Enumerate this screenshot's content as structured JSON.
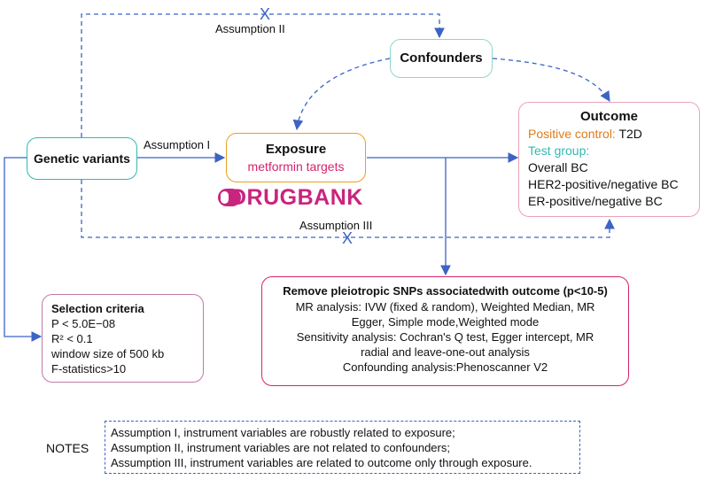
{
  "colors": {
    "arrow": "#3b64c4",
    "confounders_border": "#8fd6c9",
    "exposure_border": "#e8a020",
    "orange": "#e07b1a",
    "teal": "#33b8b0",
    "pink": "#d6246a",
    "drugbank": "#c9247e"
  },
  "genetic_variants": {
    "label": "Genetic variants"
  },
  "exposure": {
    "title": "Exposure",
    "subtitle": "metformin targets"
  },
  "drugbank": {
    "logo_text": "DRUGBANK"
  },
  "confounders": {
    "label": "Confounders"
  },
  "outcome": {
    "title": "Outcome",
    "positive_prefix": "Positive control:",
    "positive_value": "T2D",
    "test_group": "Test group:",
    "items": [
      "Overall BC",
      "HER2-positive/negative BC",
      "ER-positive/negative BC"
    ]
  },
  "assumptions": {
    "a1": "Assumption I",
    "a2": "Assumption II",
    "a3": "Assumption III",
    "cross": "X"
  },
  "selection": {
    "title": "Selection criteria",
    "lines": [
      "P < 5.0E−08",
      "R² < 0.1",
      "window size of 500 kb",
      "F-statistics>10"
    ]
  },
  "remove": {
    "title": "Remove pleiotropic SNPs associatedwith outcome (p<10-5)",
    "lines": [
      "MR analysis: IVW (fixed & random), Weighted Median, MR",
      "Egger, Simple mode,Weighted mode",
      "Sensitivity analysis: Cochran's Q test, Egger intercept, MR",
      "radial and leave-one-out analysis",
      "Confounding analysis:Phenoscanner V2"
    ]
  },
  "notes": {
    "label": "NOTES",
    "lines": [
      "Assumption I, instrument variables are robustly related to exposure;",
      "Assumption II, instrument variables are not related to confounders;",
      "Assumption III, instrument variables are related to outcome only through exposure."
    ]
  }
}
